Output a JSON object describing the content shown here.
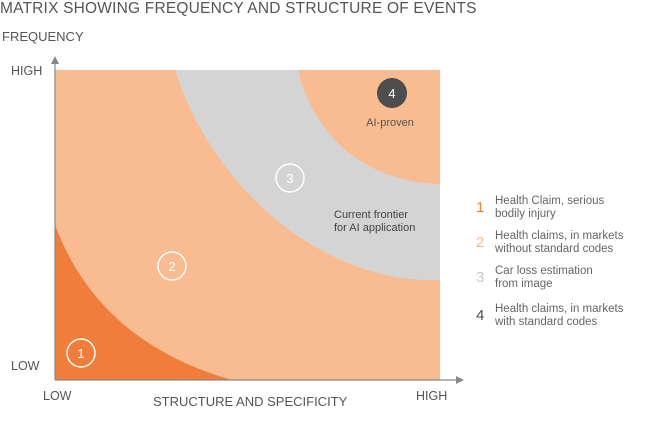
{
  "header": {
    "title": "MATRIX SHOWING FREQUENCY AND STRUCTURE OF EVENTS"
  },
  "axes": {
    "y_label": "FREQUENCY",
    "y_high": "HIGH",
    "y_low": "LOW",
    "x_label": "STRUCTURE AND SPECIFICITY",
    "x_low": "LOW",
    "x_high": "HIGH"
  },
  "regions": [
    {
      "number": "1",
      "color": "#f07d3a"
    },
    {
      "number": "2",
      "color": "#f9bb90"
    },
    {
      "number": "3",
      "color": "#d4d4d4"
    },
    {
      "number": "4",
      "color": "#4d4d4d"
    }
  ],
  "annotations": {
    "ai_proven": "AI-proven",
    "frontier": "Current frontier\nfor AI application"
  },
  "legend": [
    {
      "number": "1",
      "text": "Health Claim, serious\nbodily injury",
      "color": "#f07d3a"
    },
    {
      "number": "2",
      "text": "Health claims, in markets\nwithout standard codes",
      "color": "#f9bb90"
    },
    {
      "number": "3",
      "text": "Car loss estimation\nfrom image",
      "color": "#c8c8c8"
    },
    {
      "number": "4",
      "text": "Health claims, in markets\nwith standard codes",
      "color": "#4d4d4d"
    }
  ]
}
